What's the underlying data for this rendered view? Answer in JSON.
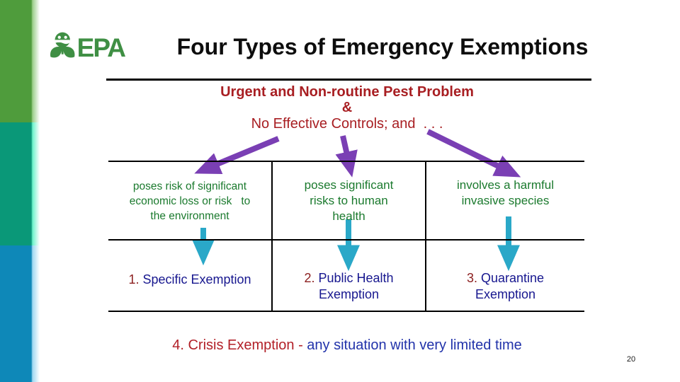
{
  "slide": {
    "logo_text": "EPA",
    "title": "Four Types of Emergency Exemptions",
    "heading": {
      "line1": "Urgent and Non-routine Pest Problem",
      "line2": "&",
      "line3": "No Effective Controls; and  . . ."
    },
    "conditions": [
      "poses risk of significant\neconomic loss or risk   to\nthe environment",
      "poses significant\nrisks to human\nhealth",
      "involves a harmful\ninvasive species"
    ],
    "exemptions": [
      {
        "num": "1.",
        "label": " Specific Exemption"
      },
      {
        "num": "2.",
        "label": " Public Health\nExemption"
      },
      {
        "num": "3.",
        "label": " Quarantine\nExemption"
      }
    ],
    "crisis": {
      "red_part": "4. Crisis Exemption -",
      "blue_part": " any situation with very limited time"
    },
    "page_number": "20"
  },
  "colors": {
    "red": "#a81e22",
    "crimson": "#b22028",
    "navy": "#17178f",
    "blue": "#2233aa",
    "green": "#1b7a2e",
    "purple": "#7a3fb4",
    "teal": "#2aa8c8",
    "epa": "#3f8f44",
    "num": "#8c2020",
    "sbgreen": "#4f9c3c",
    "sbteal": "#0a9878",
    "sbblue": "#0e88b8"
  }
}
